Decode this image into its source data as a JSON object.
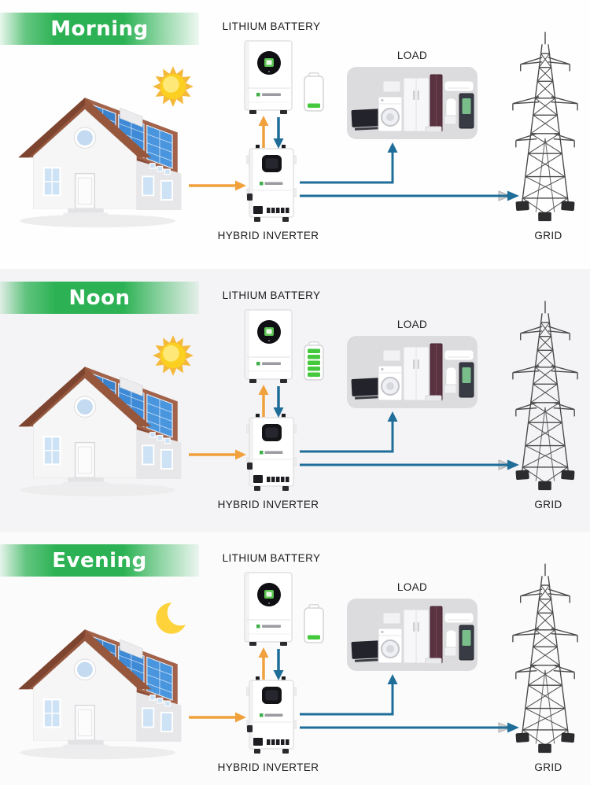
{
  "sections": [
    {
      "id": "morning",
      "banner_label": "Morning",
      "celestial": "sun",
      "battery_label": "LITHIUM BATTERY",
      "battery_bars": "1",
      "battery_bars_total": "5",
      "inverter_label": "HYBRID INVERTER",
      "load_label": "LOAD",
      "grid_label": "GRID",
      "grid_flow": "idle",
      "flows": [
        "solar-house to hybrid-inverter (orange arrow)",
        "hybrid-inverter to lithium-battery charge (orange up arrow)",
        "lithium-battery to hybrid-inverter discharge (blue down arrow)",
        "hybrid-inverter to load (solid blue arrow)",
        "hybrid-inverter to grid standby (gray dashed arrow)"
      ]
    },
    {
      "id": "noon",
      "banner_label": "Noon",
      "celestial": "sun",
      "battery_label": "LITHIUM BATTERY",
      "battery_bars": "5",
      "battery_bars_total": "5",
      "inverter_label": "HYBRID INVERTER",
      "load_label": "LOAD",
      "grid_label": "GRID",
      "grid_flow": "export",
      "flows": [
        "solar-house to hybrid-inverter (orange arrow)",
        "hybrid-inverter to lithium-battery charge (orange up arrow)",
        "lithium-battery to hybrid-inverter discharge (blue down arrow)",
        "hybrid-inverter to load (solid blue arrow)",
        "hybrid-inverter to grid export (solid blue arrow)"
      ]
    },
    {
      "id": "evening",
      "banner_label": "Evening",
      "celestial": "moon",
      "battery_label": "LITHIUM BATTERY",
      "battery_bars": "1",
      "battery_bars_total": "5",
      "inverter_label": "HYBRID INVERTER",
      "load_label": "LOAD",
      "grid_label": "GRID",
      "grid_flow": "idle",
      "flows": [
        "solar-house to hybrid-inverter (orange arrow)",
        "hybrid-inverter to lithium-battery charge (orange up arrow)",
        "lithium-battery to hybrid-inverter discharge (blue down arrow)",
        "hybrid-inverter to load (solid blue arrow)",
        "hybrid-inverter to grid standby (gray dashed arrow)"
      ]
    }
  ],
  "colors": {
    "banner_green": "#2cb254",
    "arrow_orange": "#f0a13c",
    "arrow_blue": "#1f6d99",
    "grid_dashed_gray": "#bcbcbe",
    "battery_bar_green": "#44c83c",
    "load_box_gray": "#dcdcde",
    "roof_brown": "#96573d",
    "solar_panel_blue": "#3b82cc"
  }
}
